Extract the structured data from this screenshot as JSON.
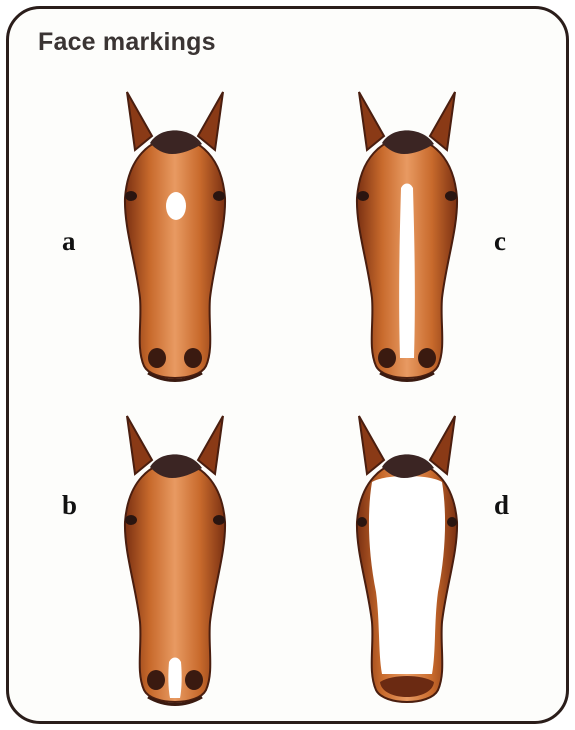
{
  "title": "Face markings",
  "labels": {
    "a": "a",
    "b": "b",
    "c": "c",
    "d": "d"
  },
  "markings": {
    "a": "star",
    "b": "snip",
    "c": "stripe",
    "d": "blaze"
  },
  "colors": {
    "coat": "#b8571e",
    "coat_dark": "#6b2a12",
    "mane": "#3b2523",
    "white": "#ffffff",
    "border": "#2a1d1a"
  }
}
